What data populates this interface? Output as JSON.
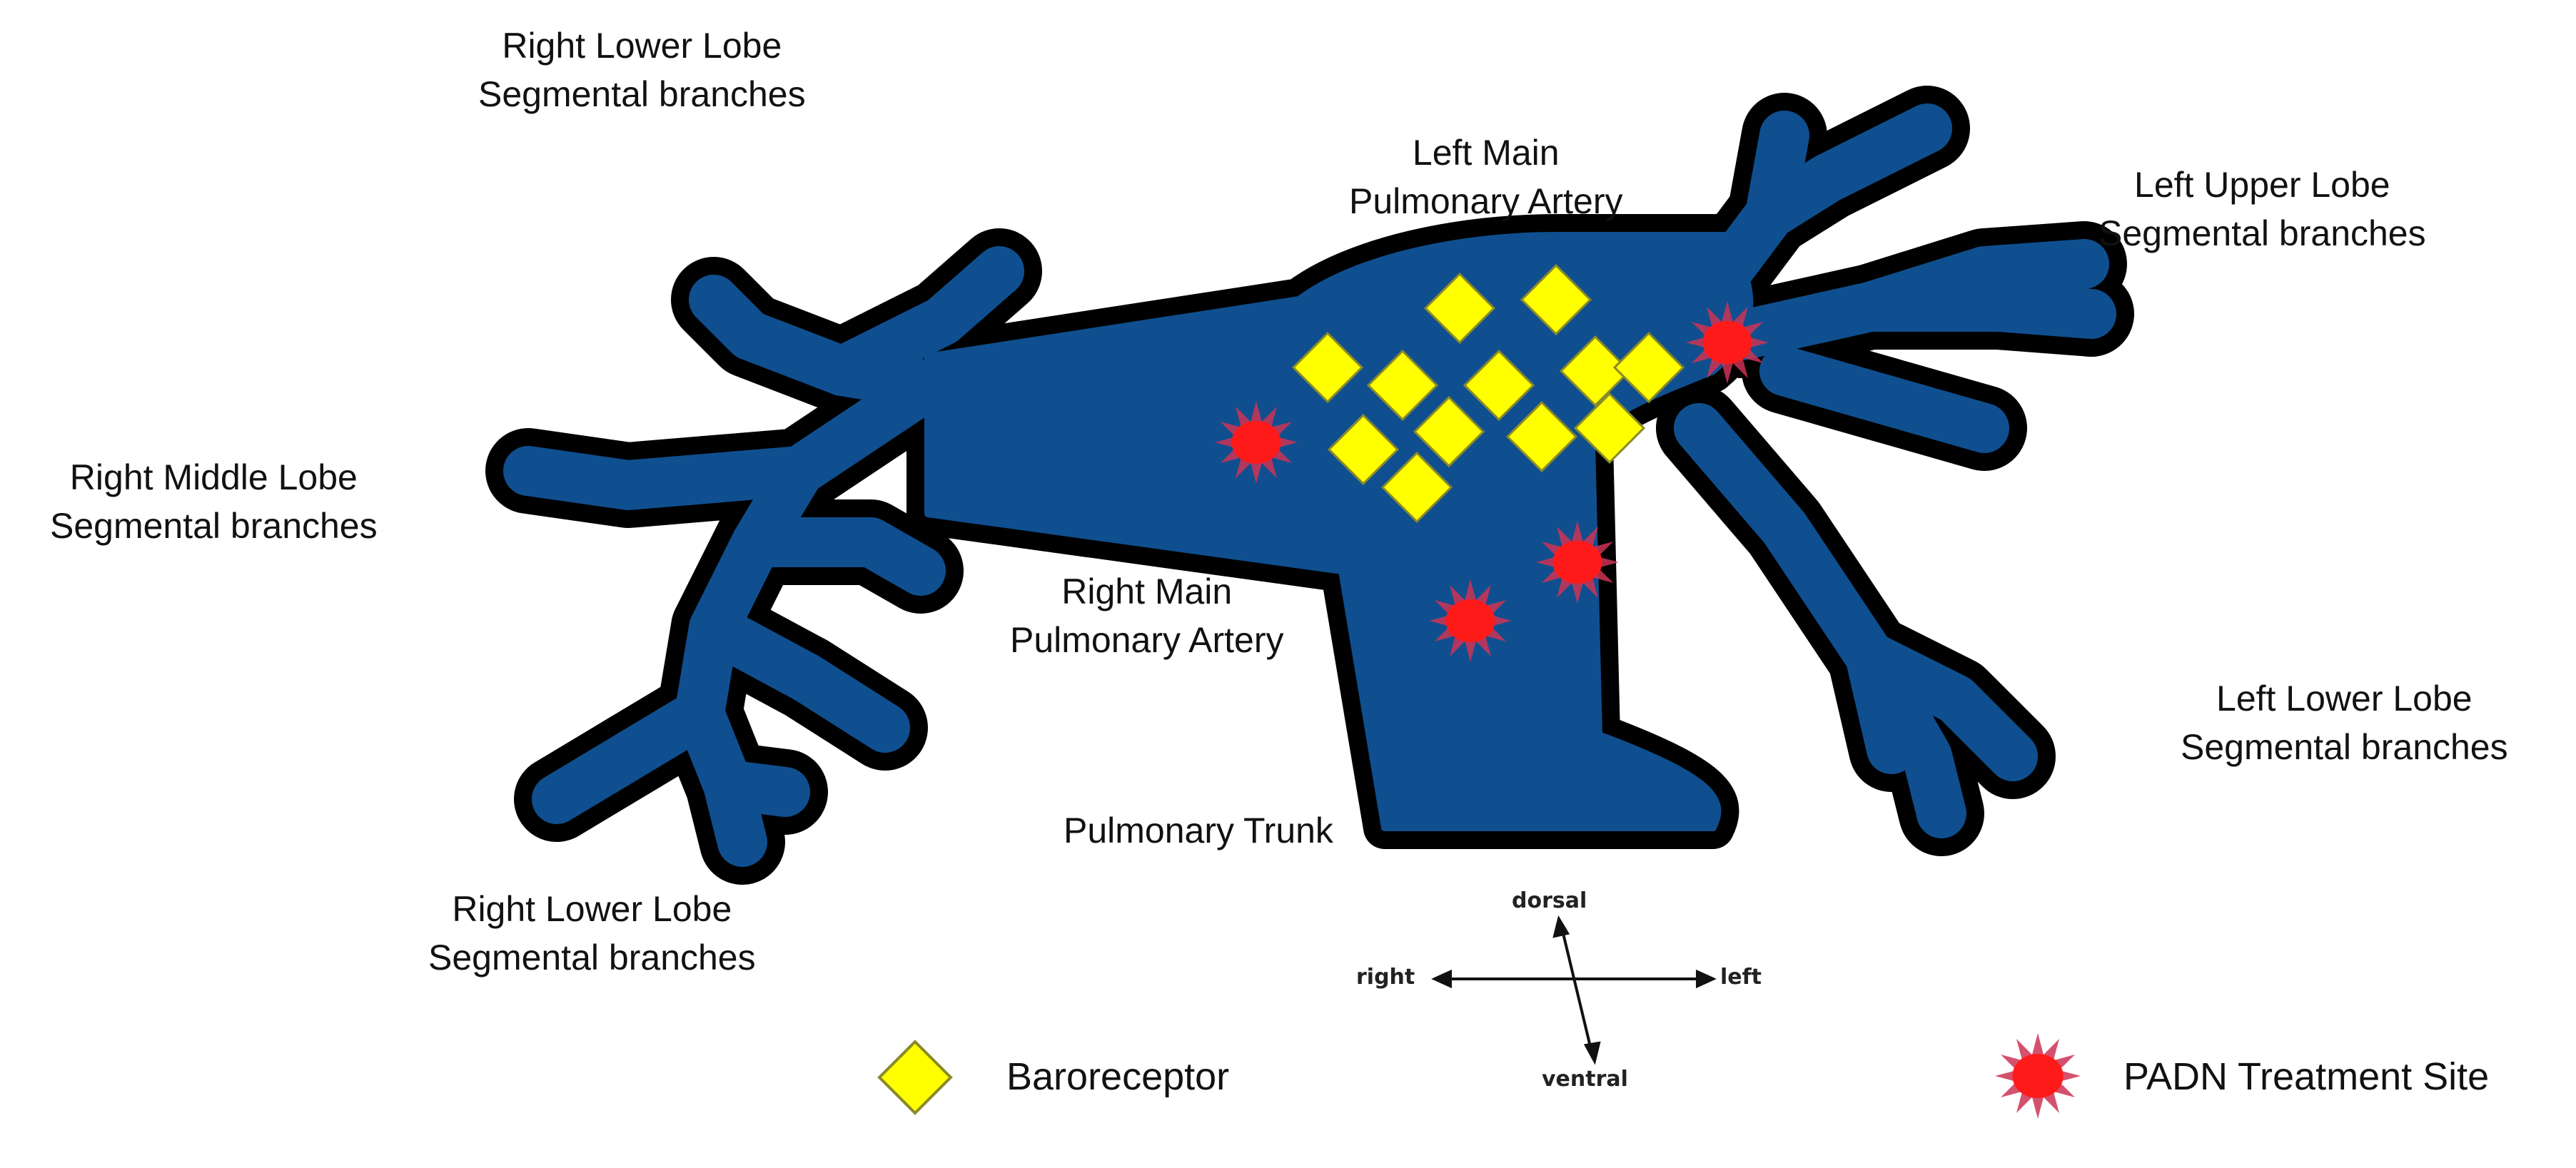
{
  "labels": {
    "rll_top": [
      "Right Lower Lobe",
      "Segmental branches"
    ],
    "rml": [
      "Right Middle Lobe",
      "Segmental branches"
    ],
    "rll_bottom": [
      "Right Lower Lobe",
      "Segmental branches"
    ],
    "lmpa": [
      "Left Main",
      "Pulmonary Artery"
    ],
    "rmpa": [
      "Right Main",
      "Pulmonary Artery"
    ],
    "trunk": "Pulmonary Trunk",
    "lul": [
      "Left Upper Lobe",
      "Segmental branches"
    ],
    "lll": [
      "Left Lower Lobe",
      "Segmental branches"
    ]
  },
  "compass": {
    "dorsal": "dorsal",
    "ventral": "ventral",
    "right": "right",
    "left": "left"
  },
  "legend": {
    "baroreceptor": "Baroreceptor",
    "padn": "PADN Treatment Site"
  },
  "colors": {
    "vessel_fill": "#0f4f8f",
    "vessel_outline": "#000000",
    "baroreceptor": "#ffff00",
    "padn_fill": "#ff1a1a",
    "padn_rays": "#cc3355"
  }
}
